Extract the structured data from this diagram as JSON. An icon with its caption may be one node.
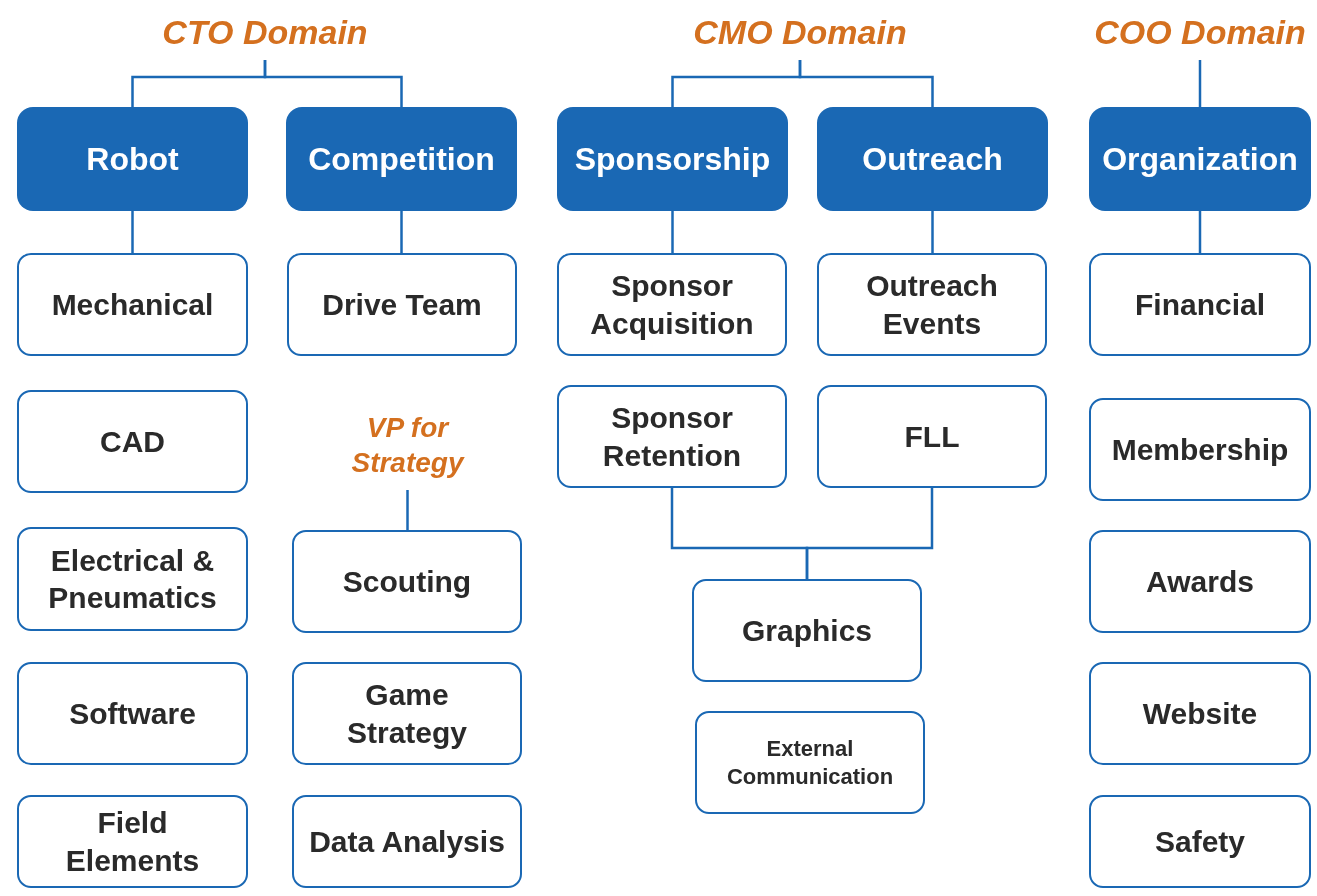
{
  "diagram": {
    "nodes": [
      {
        "text": [
          "CTO Domain"
        ]
      },
      {
        "text": [
          "CMO Domain"
        ]
      },
      {
        "text": [
          "COO Domain"
        ]
      },
      {
        "text": [
          "Robot"
        ]
      },
      {
        "text": [
          "Competition"
        ]
      },
      {
        "text": [
          "Sponsorship"
        ]
      },
      {
        "text": [
          "Outreach"
        ]
      },
      {
        "text": [
          "Organization"
        ]
      },
      {
        "text": [
          "Mechanical"
        ]
      },
      {
        "text": [
          "Drive Team"
        ]
      },
      {
        "text": [
          "Sponsor Acquisition"
        ]
      },
      {
        "text": [
          "Outreach Events"
        ]
      },
      {
        "text": [
          "Financial"
        ]
      },
      {
        "text": [
          "CAD"
        ]
      },
      {
        "text": [
          "VP for Strategy"
        ]
      },
      {
        "text": [
          "Sponsor Retention"
        ]
      },
      {
        "text": [
          "FLL"
        ]
      },
      {
        "text": [
          "Membership"
        ]
      },
      {
        "text": [
          "Electrical & Pneumatics"
        ]
      },
      {
        "text": [
          "Scouting"
        ]
      },
      {
        "text": [
          "Awards"
        ]
      },
      {
        "text": [
          "Graphics"
        ]
      },
      {
        "text": [
          "Software"
        ]
      },
      {
        "text": [
          "Game Strategy"
        ]
      },
      {
        "text": [
          "Website"
        ]
      },
      {
        "text": [
          "External Communication"
        ]
      },
      {
        "text": [
          "Field Elements"
        ]
      },
      {
        "text": [
          "Data Analysis"
        ]
      },
      {
        "text": [
          "Safety"
        ]
      }
    ],
    "edges": [
      {
        "from": 0,
        "to": 3,
        "arrow": "none"
      },
      {
        "from": 0,
        "to": 4,
        "arrow": "none"
      },
      {
        "from": 1,
        "to": 5,
        "arrow": "none"
      },
      {
        "from": 1,
        "to": 6,
        "arrow": "none"
      },
      {
        "from": 2,
        "to": 7,
        "arrow": "none"
      },
      {
        "from": 3,
        "to": 8,
        "arrow": "none"
      },
      {
        "from": 4,
        "to": 9,
        "arrow": "none"
      },
      {
        "from": 5,
        "to": 10,
        "arrow": "none"
      },
      {
        "from": 6,
        "to": 11,
        "arrow": "none"
      },
      {
        "from": 7,
        "to": 12,
        "arrow": "none"
      },
      {
        "from": 14,
        "to": 19,
        "arrow": "none"
      },
      {
        "from": 15,
        "to": 21,
        "arrow": "none"
      },
      {
        "from": 16,
        "to": 21,
        "arrow": "none"
      }
    ]
  }
}
